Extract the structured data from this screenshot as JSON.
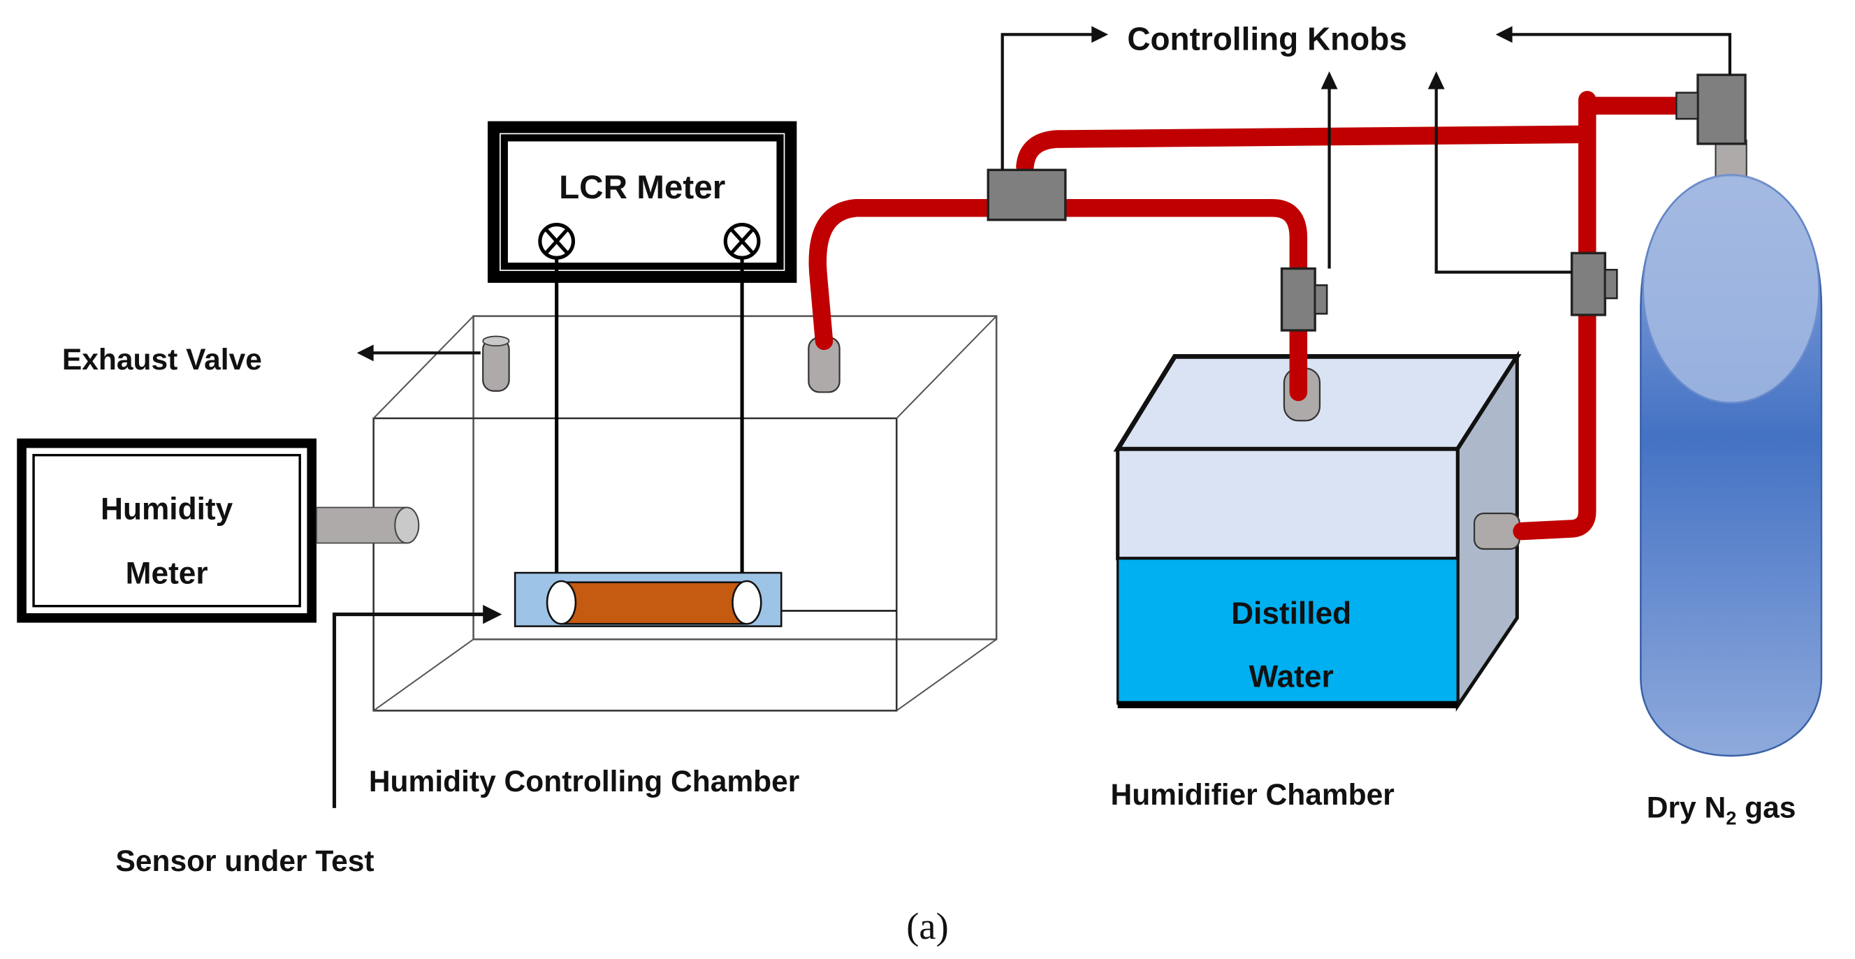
{
  "figure": {
    "caption": "(a)",
    "labels": {
      "controlling_knobs": "Controlling Knobs",
      "lcr_meter": "LCR Meter",
      "exhaust_valve": "Exhaust Valve",
      "humidity_meter_line1": "Humidity",
      "humidity_meter_line2": "Meter",
      "humidity_controlling_chamber": "Humidity Controlling Chamber",
      "sensor_under_test": "Sensor under Test",
      "distilled_water_line1": "Distilled",
      "distilled_water_line2": "Water",
      "humidifier_chamber": "Humidifier Chamber",
      "dry_gas_prefix": "Dry N",
      "dry_gas_subscript": "2",
      "dry_gas_suffix": " gas"
    },
    "colors": {
      "tube": "#c00000",
      "valve": "#7f7f7f",
      "port": "#aeaaaa",
      "water": "#00b0f0",
      "chamber_air": "#dae3f3",
      "chamber_side": "#adb9ca",
      "sensor_substrate": "#9dc3e6",
      "sensor_film": "#c55a11",
      "cylinder": "#4472c4"
    }
  }
}
